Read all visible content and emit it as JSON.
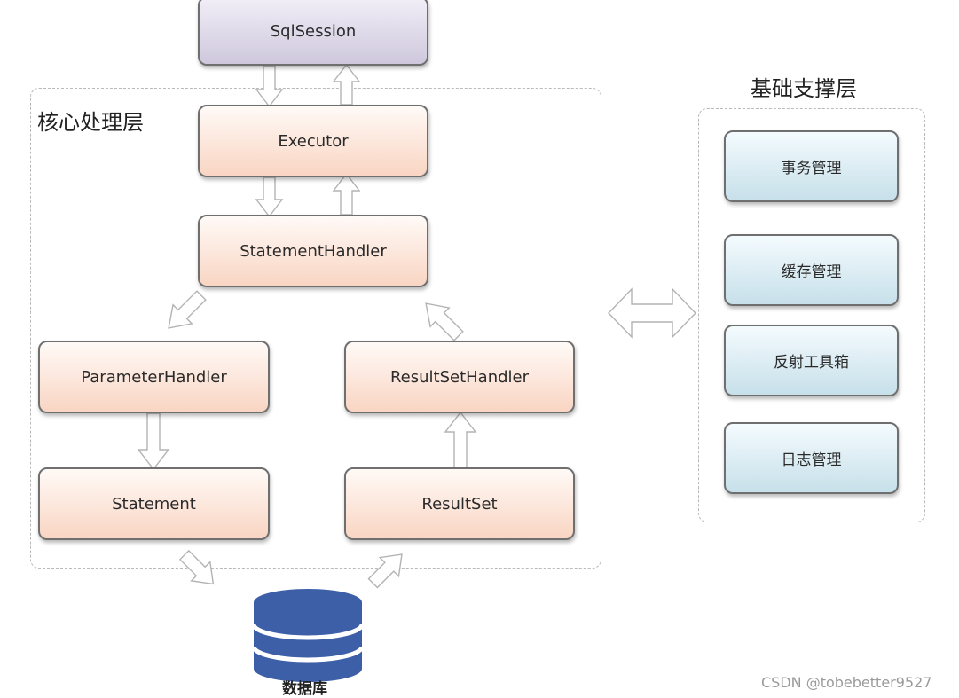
{
  "groups": {
    "core_title": "核心处理层",
    "support_title": "基础支撑层"
  },
  "nodes": {
    "sqlsession": "SqlSession",
    "executor": "Executor",
    "statement_handler": "StatementHandler",
    "parameter_handler": "ParameterHandler",
    "resultset_handler": "ResultSetHandler",
    "statement": "Statement",
    "resultset": "ResultSet"
  },
  "support_items": [
    "事务管理",
    "缓存管理",
    "反射工具箱",
    "日志管理"
  ],
  "database": {
    "label": "数据库",
    "icon": "database-cylinder-icon",
    "color": "#3d5fa8"
  },
  "watermark": "CSDN @tobebetter9527",
  "colors": {
    "node_purple": "#cfc8dd",
    "node_orange": "#f9d5c3",
    "node_blue": "#c7e0ea",
    "border": "#6f6f6f",
    "dashed": "#b9b9b9"
  }
}
